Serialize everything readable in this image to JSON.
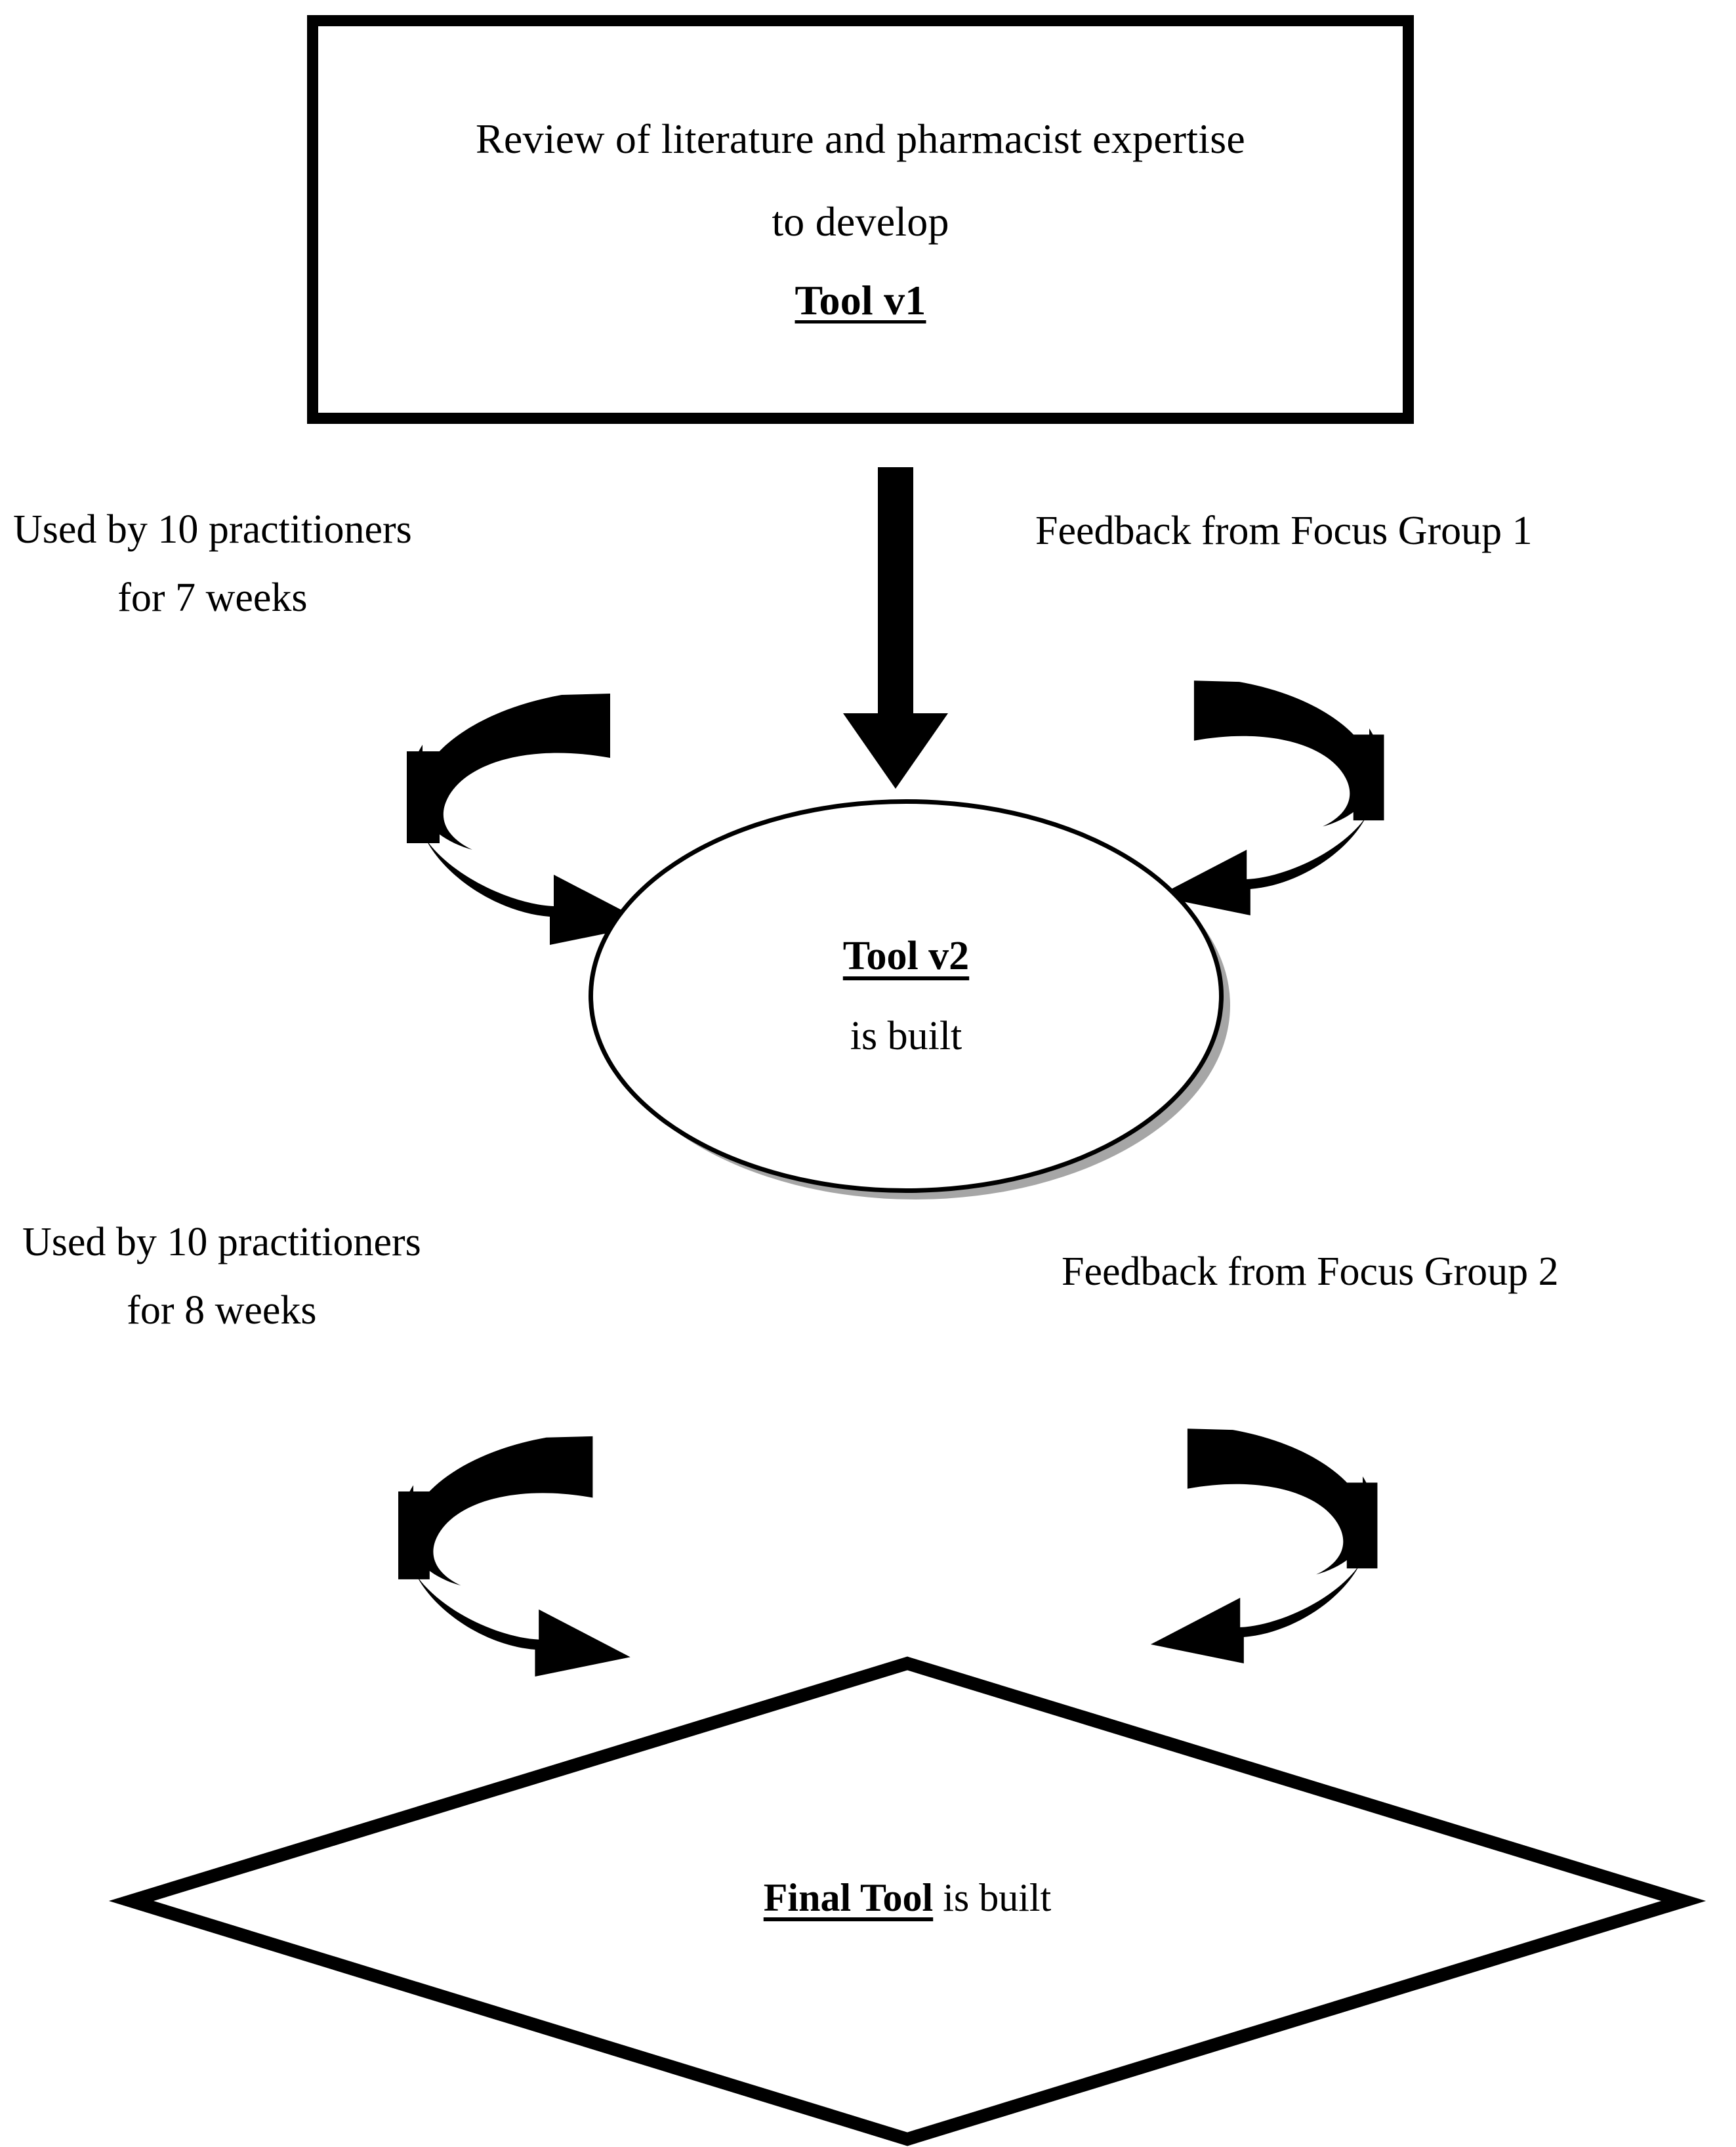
{
  "diagram": {
    "title": "Tool development iterative process flowchart",
    "colors": {
      "stroke": "#000000",
      "fill": "#ffffff",
      "shadow": "#969696"
    },
    "nodes": {
      "start_box": {
        "shape": "rectangle",
        "line1": "Review of literature and pharmacist expertise",
        "line2": "to develop",
        "line3": "Tool v1"
      },
      "middle_ellipse": {
        "shape": "ellipse",
        "line1": "Tool v2",
        "line2": "is built"
      },
      "final_diamond": {
        "shape": "diamond",
        "bold_part": "Final Tool",
        "rest_part": " is built"
      }
    },
    "labels": {
      "left_top": {
        "line1": "Used by 10 practitioners",
        "line2": "for 7 weeks"
      },
      "right_top": {
        "line1": "Feedback from Focus Group 1"
      },
      "left_bottom": {
        "line1": "Used by 10 practitioners",
        "line2": "for 8 weeks"
      },
      "right_bottom": {
        "line1": "Feedback from Focus Group 2"
      }
    },
    "connectors": {
      "down_arrow": "straight-down-arrow",
      "curve_left_top": "circular-arrow-clockwise",
      "curve_right_top": "circular-arrow-counterclockwise",
      "curve_left_bottom": "circular-arrow-clockwise",
      "curve_right_bottom": "circular-arrow-counterclockwise"
    }
  }
}
